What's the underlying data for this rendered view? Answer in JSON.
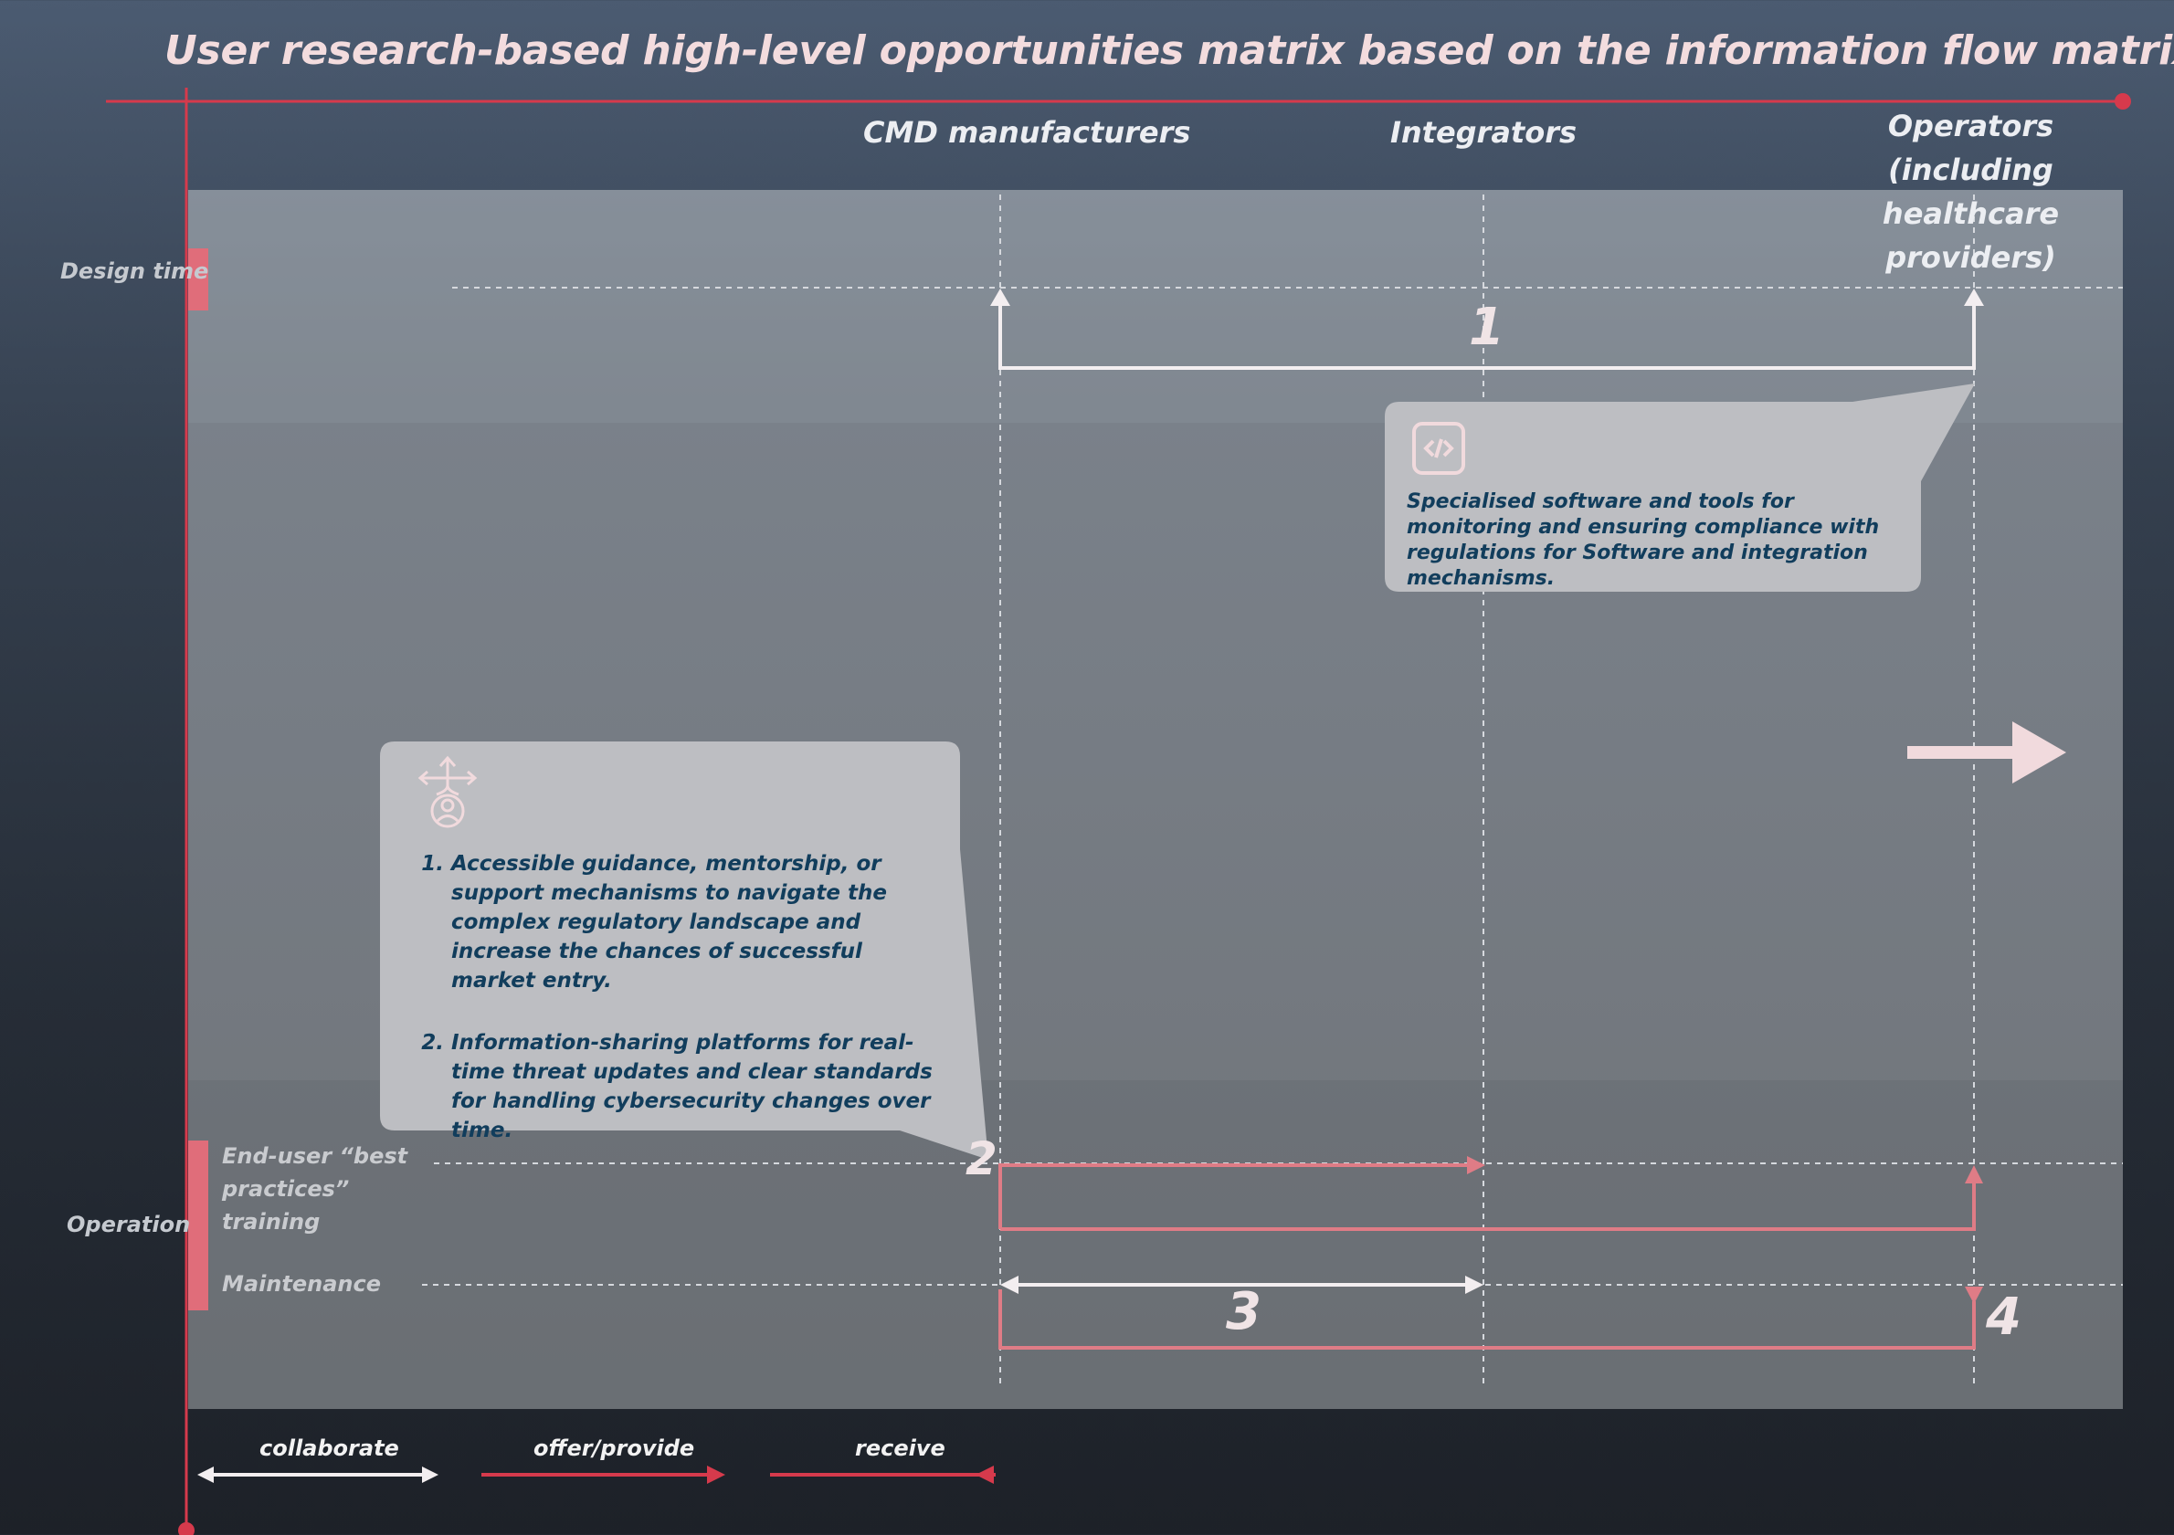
{
  "title": "User research-based high-level opportunities matrix based on the information flow matrix",
  "columns": [
    "CMD manufacturers",
    "Integrators",
    "Operators (including healthcare providers)"
  ],
  "phases": {
    "design_time": "Design time",
    "operation": "Operation"
  },
  "operation_rows": {
    "training": "End-user “best practices” training",
    "maintenance": "Maintenance"
  },
  "callouts": {
    "software": {
      "icon": "code-icon",
      "text": "Specialised software and tools for monitoring and ensuring compliance with regulations for Software and integration mechanisms."
    },
    "guidance": {
      "icon": "person-directions-icon",
      "items": [
        "Accessible guidance, mentorship, or support mechanisms to navigate the complex regulatory landscape and increase the chances of successful market entry.",
        "Information-sharing platforms for real-time threat updates and clear standards for handling cybersecurity changes over time."
      ]
    }
  },
  "flow_numbers": [
    "1",
    "2",
    "3",
    "4"
  ],
  "legend": {
    "collaborate": "collaborate",
    "offer": "offer/provide",
    "receive": "receive"
  },
  "colors": {
    "accent": "#d63a4c",
    "flow_pink": "#df7c86",
    "flow_white": "#f3eef0",
    "callout_bg": "#bdbec2",
    "callout_text": "#113d5c"
  }
}
